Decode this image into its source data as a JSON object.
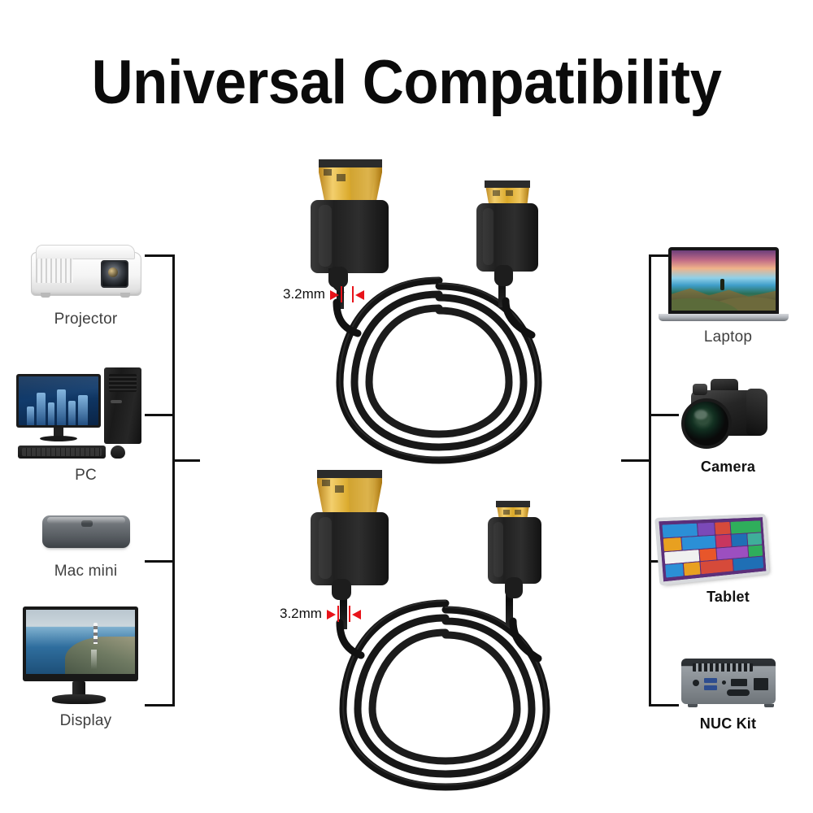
{
  "page": {
    "title": "Universal Compatibility",
    "background_color": "#ffffff",
    "title_color": "#0b0b0b"
  },
  "left_devices": [
    {
      "id": "projector",
      "label": "Projector",
      "icon": "projector-icon",
      "bold": false
    },
    {
      "id": "pc",
      "label": "PC",
      "icon": "desktop-pc-icon",
      "bold": false
    },
    {
      "id": "mac-mini",
      "label": "Mac mini",
      "icon": "mac-mini-icon",
      "bold": false
    },
    {
      "id": "display",
      "label": "Display",
      "icon": "monitor-icon",
      "bold": false
    }
  ],
  "right_devices": [
    {
      "id": "laptop",
      "label": "Laptop",
      "icon": "laptop-icon",
      "bold": false
    },
    {
      "id": "camera",
      "label": "Camera",
      "icon": "dslr-camera-icon",
      "bold": true
    },
    {
      "id": "tablet",
      "label": "Tablet",
      "icon": "convertible-tablet-icon",
      "bold": true
    },
    {
      "id": "nuc-kit",
      "label": "NUC Kit",
      "icon": "nuc-mini-pc-icon",
      "bold": true
    }
  ],
  "cables": [
    {
      "id": "hdmi-to-mini-hdmi",
      "thickness_label": "3.2mm",
      "left_connector": "hdmi-male-connector",
      "right_connector": "mini-hdmi-male-connector"
    },
    {
      "id": "hdmi-to-micro-hdmi",
      "thickness_label": "3.2mm",
      "left_connector": "hdmi-male-connector",
      "right_connector": "micro-hdmi-male-connector"
    }
  ],
  "colors": {
    "measure_red": "#e8131a",
    "connector_gold": "#d9a829",
    "connector_black": "#232323",
    "cable_black": "#111111",
    "bracket_line": "#111111",
    "caption_gray": "#3f3f3f"
  }
}
